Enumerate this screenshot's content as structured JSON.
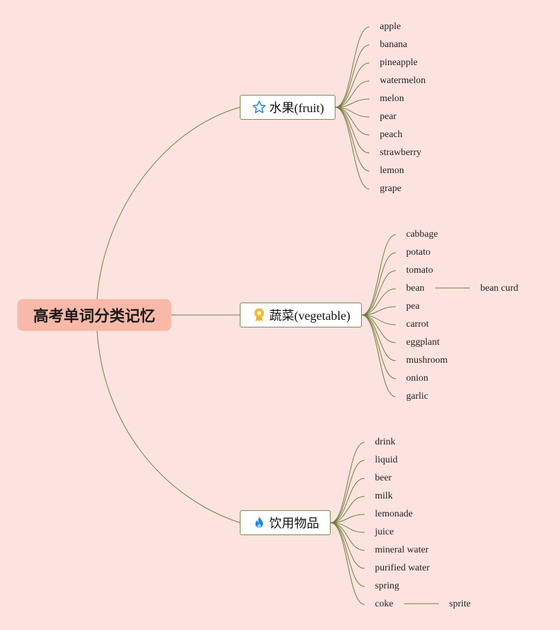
{
  "root": {
    "label": "高考单词分类记忆"
  },
  "colors": {
    "background": "#fde3e0",
    "root_fill": "#f8b9a8",
    "line": "#6f7d3a",
    "branch_border": "#7a8a4a"
  },
  "branches": [
    {
      "id": "fruit",
      "label": "水果(fruit)",
      "icon": "star-icon",
      "leaves": [
        "apple",
        "banana",
        "pineapple",
        "watermelon",
        "melon",
        "pear",
        "peach",
        "strawberry",
        "lemon",
        "grape"
      ]
    },
    {
      "id": "vegetable",
      "label": "蔬菜(vegetable)",
      "icon": "award-ribbon-icon",
      "leaves": [
        "cabbage",
        "potato",
        "tomato",
        "bean",
        "pea",
        "carrot",
        "eggplant",
        "mushroom",
        "onion",
        "garlic"
      ],
      "sub": {
        "parent": "bean",
        "label": "bean curd"
      }
    },
    {
      "id": "drinks",
      "label": "饮用物品",
      "icon": "flame-icon",
      "leaves": [
        "drink",
        "liquid",
        "beer",
        "milk",
        "lemonade",
        "juice",
        "mineral water",
        "purified water",
        "spring",
        "coke"
      ],
      "sub": {
        "parent": "coke",
        "label": "sprite"
      }
    }
  ]
}
